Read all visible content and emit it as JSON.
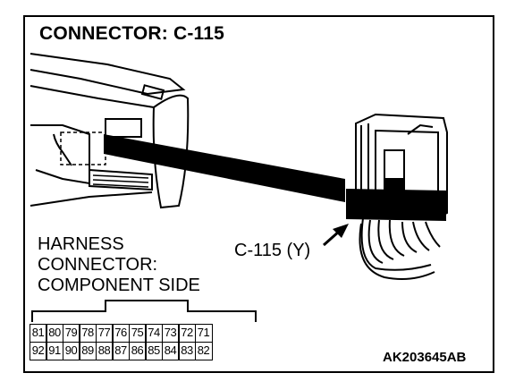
{
  "title": "CONNECTOR: C-115",
  "harness_lines": [
    "HARNESS",
    "CONNECTOR:",
    "COMPONENT SIDE"
  ],
  "callout_label": "C-115 (Y)",
  "figure_code": "AK203645AB",
  "pins": {
    "top_row": [
      "81",
      "80",
      "79",
      "78",
      "77",
      "76",
      "75",
      "74",
      "73",
      "72",
      "71"
    ],
    "bottom_row": [
      "92",
      "91",
      "90",
      "89",
      "88",
      "87",
      "86",
      "85",
      "84",
      "83",
      "82"
    ]
  }
}
